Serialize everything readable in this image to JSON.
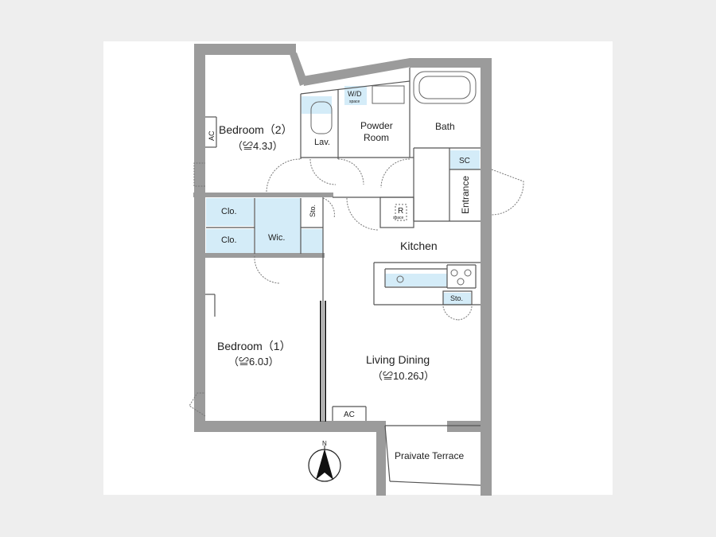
{
  "rooms": {
    "bedroom2": {
      "name": "Bedroom（2）",
      "area": "（≌4.3J）"
    },
    "bedroom1": {
      "name": "Bedroom（1）",
      "area": "（≌6.0J）"
    },
    "living": {
      "name": "Living Dining",
      "area": "（≌10.26J）"
    },
    "kitchen": "Kitchen",
    "powder": [
      "Powder",
      "Room"
    ],
    "bath": "Bath",
    "lav": "Lav.",
    "terrace": "Praivate Terrace"
  },
  "labels": {
    "ac_bedroom2": "AC",
    "ac_living": "AC",
    "wd": "W/D",
    "wd_sub": "space",
    "sc": "SC",
    "entrance": "Entrance",
    "r": "R",
    "r_sub": "space",
    "sto_hall": "Sto.",
    "sto_kitchen": "Sto.",
    "clo_top": "Clo.",
    "clo_bottom": "Clo.",
    "wic": "Wic.",
    "north": "N"
  },
  "colors": {
    "wall": "#9b9b9b",
    "storage_fill": "#d4ecf8",
    "background": "#eeeeee",
    "paper": "#ffffff"
  }
}
